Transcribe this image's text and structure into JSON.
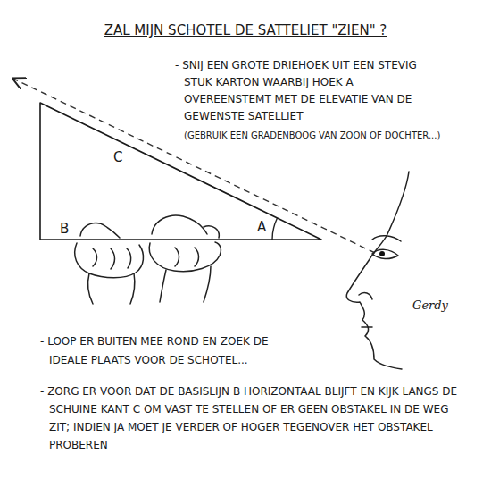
{
  "diagram": {
    "title": "ZAL MIJN SCHOTEL DE SATTELIET \"ZIEN\" ?",
    "nodes": [
      {
        "text": [
          "C",
          "B",
          "A"
        ]
      }
    ],
    "labels": [
      "- SNIJ EEN GROTE DRIEHOEK UIT EEN STEVIG STUK KARTON WAARBIJ HOEK A OVEREENSTEMT MET DE ELEVATIE VAN DE GEWENSTE SATELLIET",
      "(GEBRUIK EEN GRADENBOOG VAN ZOON OF DOCHTER...)",
      "Gerdy",
      "- LOOP ER BUITEN MEE ROND EN ZOEK DE IDEALE PLAATS VOOR DE SCHOTEL...",
      "- ZORG ER VOOR DAT DE BASISLIJN B HORIZONTAAL BLIJFT EN KIJK LANGS DE SCHUINE KANT C OM VAST TE STELLEN OF ER GEEN OBSTAKEL IN DE WEG ZIT; INDIEN JA MOET JE VERDER OF HOGER TEGENOVER HET OBSTAKEL PROBEREN"
    ]
  }
}
